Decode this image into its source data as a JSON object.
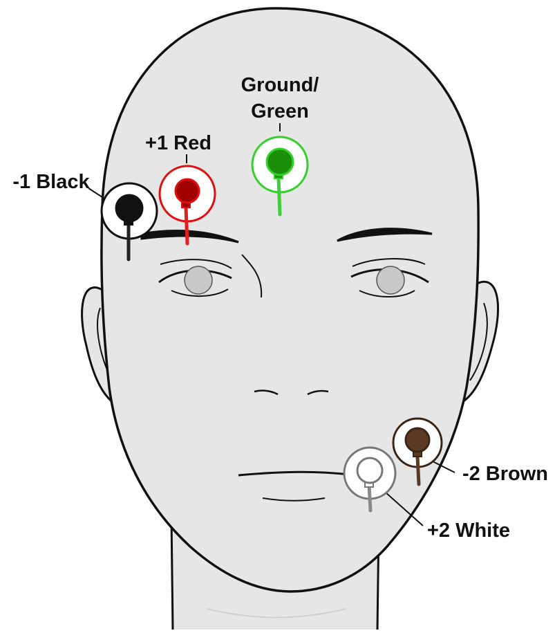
{
  "colors": {
    "background": "#ffffff",
    "skin": "#e6e6e6",
    "outline": "#111111",
    "iris": "#c8c8c8"
  },
  "electrodes": [
    {
      "id": "ground",
      "label_lines": [
        "Ground/",
        "Green"
      ],
      "color": "#1a8f0a",
      "rim": "#35d12a",
      "lead": "#3fcf3a",
      "pad": "#ffffff"
    },
    {
      "id": "plus1",
      "label_lines": [
        "+1 Red"
      ],
      "color": "#a00000",
      "rim": "#e01010",
      "lead": "#e02020",
      "pad": "#ffffff"
    },
    {
      "id": "minus1",
      "label_lines": [
        "-1 Black"
      ],
      "color": "#111111",
      "rim": "#111111",
      "lead": "#222222",
      "pad": "#ffffff"
    },
    {
      "id": "minus2",
      "label_lines": [
        "-2 Brown"
      ],
      "color": "#5a3a22",
      "rim": "#3a2414",
      "lead": "#5a3a22",
      "pad": "#ffffff"
    },
    {
      "id": "plus2",
      "label_lines": [
        "+2 White"
      ],
      "color": "#ffffff",
      "rim": "#777777",
      "lead": "#8a8a8a",
      "pad": "#ffffff"
    }
  ]
}
